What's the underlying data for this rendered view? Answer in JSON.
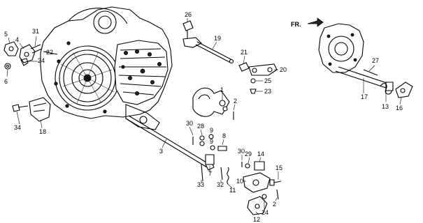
{
  "diagram": {
    "front_marker": "FR.",
    "part_numbers": [
      "1",
      "2",
      "3",
      "4",
      "5",
      "6",
      "7",
      "8",
      "9",
      "10",
      "11",
      "12",
      "13",
      "14",
      "15",
      "16",
      "17",
      "18",
      "19",
      "20",
      "21",
      "22",
      "23",
      "24",
      "25",
      "26",
      "27",
      "28",
      "29",
      "30",
      "31",
      "32",
      "33",
      "34"
    ],
    "callouts": [
      {
        "id": "c5",
        "label": "5"
      },
      {
        "id": "c4",
        "label": "4"
      },
      {
        "id": "c31",
        "label": "31"
      },
      {
        "id": "c22",
        "label": "22"
      },
      {
        "id": "c24a",
        "label": "24"
      },
      {
        "id": "c6",
        "label": "6"
      },
      {
        "id": "c34",
        "label": "34"
      },
      {
        "id": "c18",
        "label": "18"
      },
      {
        "id": "c3",
        "label": "3"
      },
      {
        "id": "c26",
        "label": "26"
      },
      {
        "id": "c19",
        "label": "19"
      },
      {
        "id": "c21",
        "label": "21"
      },
      {
        "id": "c20",
        "label": "20"
      },
      {
        "id": "c25",
        "label": "25"
      },
      {
        "id": "c23",
        "label": "23"
      },
      {
        "id": "c1",
        "label": "1"
      },
      {
        "id": "c2a",
        "label": "2"
      },
      {
        "id": "c30a",
        "label": "30"
      },
      {
        "id": "c28",
        "label": "28"
      },
      {
        "id": "c9a",
        "label": "9"
      },
      {
        "id": "c9b",
        "label": "9"
      },
      {
        "id": "c8",
        "label": "8"
      },
      {
        "id": "c7",
        "label": "7"
      },
      {
        "id": "c33",
        "label": "33"
      },
      {
        "id": "c32",
        "label": "32"
      },
      {
        "id": "c11",
        "label": "11"
      },
      {
        "id": "c30b",
        "label": "30"
      },
      {
        "id": "c29",
        "label": "29"
      },
      {
        "id": "c14",
        "label": "14"
      },
      {
        "id": "c10",
        "label": "10"
      },
      {
        "id": "c15",
        "label": "15"
      },
      {
        "id": "c2b",
        "label": "2"
      },
      {
        "id": "c24b",
        "label": "24"
      },
      {
        "id": "c12",
        "label": "12"
      },
      {
        "id": "c27",
        "label": "27"
      },
      {
        "id": "c17",
        "label": "17"
      },
      {
        "id": "c13",
        "label": "13"
      },
      {
        "id": "c16",
        "label": "16"
      }
    ]
  }
}
